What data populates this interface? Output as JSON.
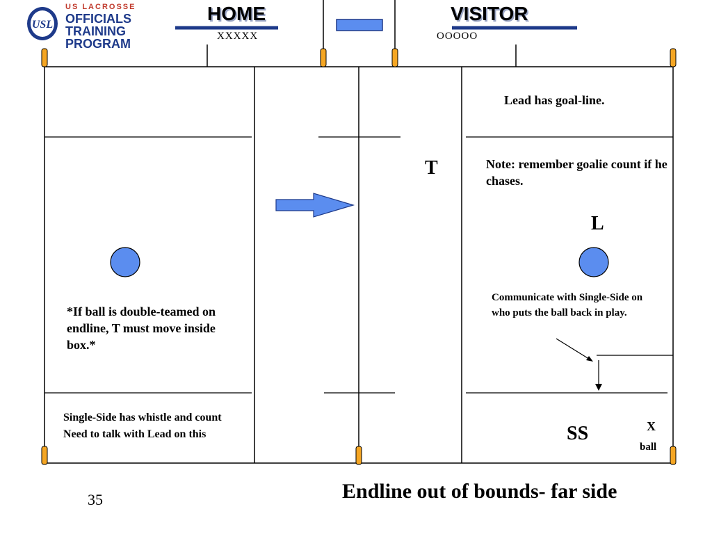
{
  "logo": {
    "top_line": "US LACROSSE",
    "lines": [
      "OFFICIALS",
      "TRAINING",
      "PROGRAM"
    ],
    "badge": "USL"
  },
  "header": {
    "home_label": "HOME",
    "home_sub": "XXXXX",
    "visitor_label": "VISITOR",
    "visitor_sub": "OOOOO"
  },
  "field": {
    "lead_note": "Lead has goal-line.",
    "goalie_note": "Note: remember goalie count if he chases.",
    "trail_label": "T",
    "lead_label": "L",
    "double_team_note": "*If ball is double-teamed on endline, T must move inside box.*",
    "communicate_note": "Communicate with Single-Side on who puts the ball back in play.",
    "single_side_note_1": "Single-Side has whistle and count",
    "single_side_note_2": "Need to talk with Lead on this",
    "ss_label": "SS",
    "x_label": "X",
    "ball_label": "ball"
  },
  "footer": {
    "slide_number": "35",
    "title": "Endline out of bounds- far side"
  },
  "colors": {
    "accent_blue": "#5b8def",
    "logo_blue": "#1e3a8a",
    "pylon_orange": "#f5a623"
  }
}
